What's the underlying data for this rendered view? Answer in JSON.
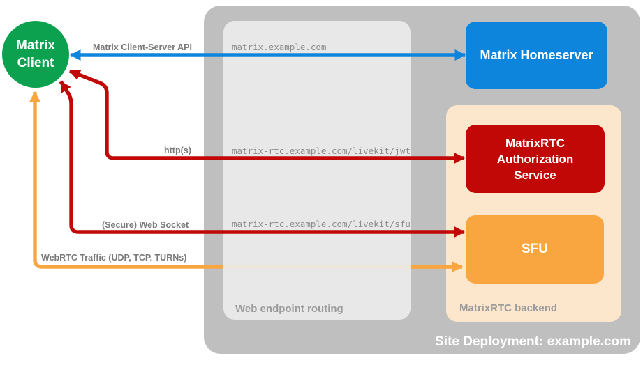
{
  "containers": {
    "site_deployment": {
      "label": "Site Deployment: example.com"
    },
    "web_endpoint_routing": {
      "label": "Web endpoint routing"
    },
    "matrixrtc_backend": {
      "label": "MatrixRTC backend"
    }
  },
  "nodes": {
    "matrix_client": {
      "label": "Matrix Client"
    },
    "matrix_homeserver": {
      "label": "Matrix Homeserver"
    },
    "matrixrtc_auth_service": {
      "label": "MatrixRTC Authorization Service"
    },
    "sfu": {
      "label": "SFU"
    }
  },
  "edges": {
    "client_server_api": {
      "label": "Matrix Client-Server API",
      "endpoint": "matrix.example.com",
      "color": "#0d85dd",
      "direction": "bidirectional"
    },
    "https": {
      "label": "http(s)",
      "endpoint": "matrix-rtc.example.com/livekit/jwt",
      "color": "#c20707",
      "direction": "bidirectional"
    },
    "secure_web_socket": {
      "label": "(Secure) Web Socket",
      "endpoint": "matrix-rtc.example.com/livekit/sfu",
      "color": "#c20707",
      "direction": "bidirectional"
    },
    "webrtc_traffic": {
      "label": "WebRTC Traffic (UDP, TCP, TURNs)",
      "color": "#f9a640",
      "direction": "bidirectional"
    }
  },
  "colors": {
    "client_green": "#0ba14f",
    "homeserver_blue": "#0d85dd",
    "auth_red": "#c20707",
    "sfu_orange": "#f9a640",
    "backend_peach": "#fce6cc",
    "container_gray": "#bfbfbf",
    "routing_box_gray": "#ececec",
    "edge_label_gray": "#7a7a7a",
    "group_label_gray": "#9b9b9b",
    "white_text": "#ffffff"
  }
}
